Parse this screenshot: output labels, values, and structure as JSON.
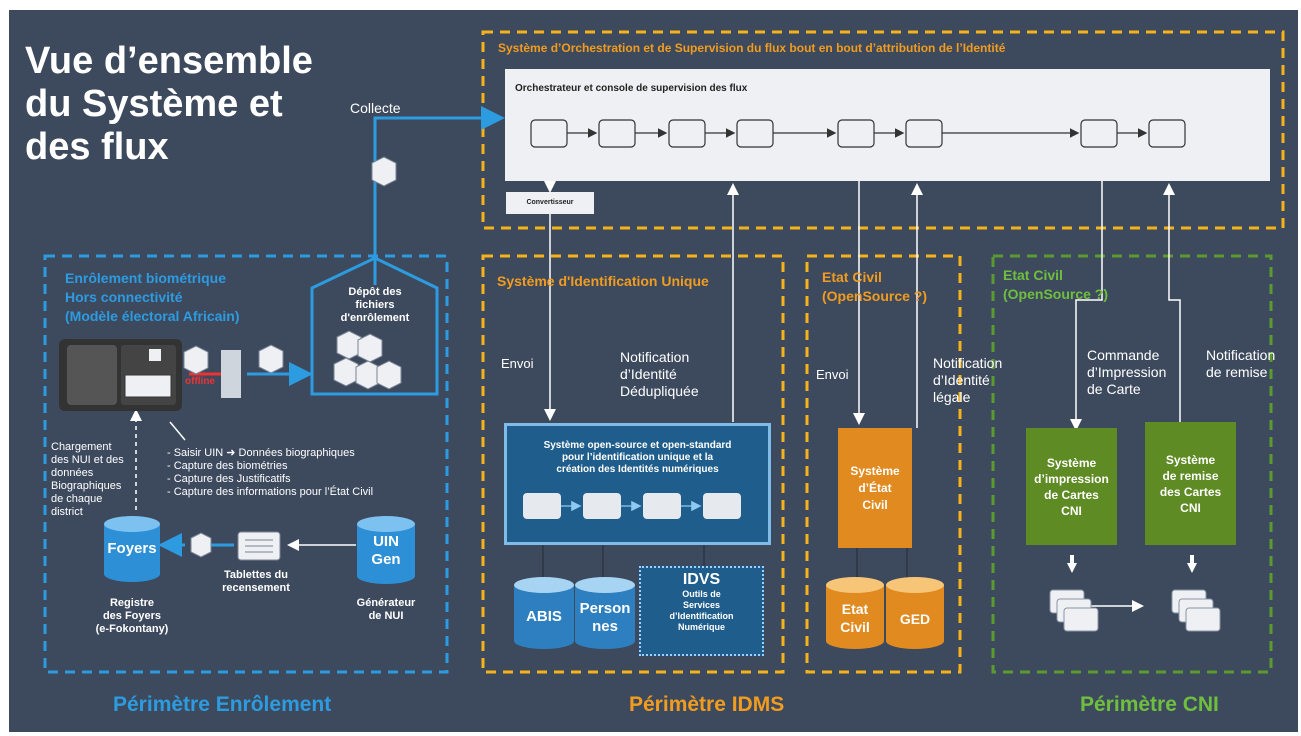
{
  "title": "Vue d’ensemble\ndu Système et\ndes flux",
  "orchestration": {
    "title": "Système d’Orchestration et de Supervision du flux bout en bout d’attribution de l’Identité",
    "console_title": "Orchestrateur et console de supervision des flux",
    "converter": "Convertisseur"
  },
  "enrolment": {
    "title": "Enrôlement biométrique\nHors connectivité\n(Modèle électoral Africain)",
    "collect_label": "Collecte",
    "deposit_label": "Dépôt des\nfichiers\nd'enrôlement",
    "offline_label": "offline",
    "load_label": "Chargement\ndes NUI et des\ndonnées\nBiographiques\nde chaque\ndistrict",
    "capture_list": "- Saisir UIN ➜ Données biographiques\n- Capture des biométries\n- Capture des Justificatifs\n- Capture des informations pour l’État Civil",
    "households_db": "Foyers",
    "uin_db": "UIN\nGen",
    "registry_label": "Registre\ndes Foyers\n(e-Fokontany)",
    "tablets_label": "Tablettes du\nrecensement",
    "generator_label": "Générateur\nde NUI",
    "perimeter": "Périmètre Enrôlement"
  },
  "idms": {
    "title": "Système d'Identification Unique",
    "send_label": "Envoi",
    "notif_label": "Notification\nd’Identité\nDédupliquée",
    "system_title": "Système open-source et open-standard\npour l’identification unique et la\ncréation des Identités numériques",
    "abis": "ABIS",
    "persons": "Person\nnes",
    "idvs_title": "IDVS",
    "idvs_sub": "Outils de\nServices\nd’Identification\nNumérique",
    "perimeter": "Périmètre IDMS"
  },
  "civil": {
    "title": "Etat Civil\n(OpenSource ?)",
    "send_label": "Envoi",
    "notif_label": "Notification\nd’Identité\nlégale",
    "system": "Système\nd’État\nCivil",
    "db1": "Etat\nCivil",
    "db2": "GED"
  },
  "cni": {
    "title": "Etat Civil\n(OpenSource ?)",
    "order_label": "Commande\nd’Impression\nde Carte",
    "notif_label": "Notification\nde remise",
    "print_system": "Système\nd’impression\nde Cartes\nCNI",
    "delivery_system": "Système\nde remise\ndes Cartes\nCNI",
    "perimeter": "Périmètre CNI"
  },
  "colors": {
    "background": "#3d4a5e",
    "orange": "#f29c1f",
    "blue": "#2d9be0",
    "green": "#6fbf3e",
    "arrow": "#2d9be0"
  }
}
